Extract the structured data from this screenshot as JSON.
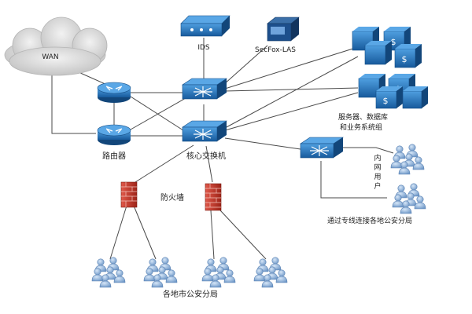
{
  "colors": {
    "line": "#4a4a4a",
    "device_blue": "#1f6fb3",
    "device_dark": "#164e86",
    "cloud": "#d9d9d9",
    "firewall": "#c0392b",
    "users": "#7fa8d6"
  },
  "labels": {
    "wan": "WAN",
    "ids": "IDS",
    "secfox": "SecFox-LAS",
    "router": "路由器",
    "core_switch": "核心交换机",
    "firewall": "防火墙",
    "server_group_line1": "服务器、数据库",
    "server_group_line2": "和业务系统组",
    "intranet_user_1": "内",
    "intranet_user_2": "网",
    "intranet_user_3": "用",
    "intranet_user_4": "户",
    "via_dedicated_line": "通过专线连接各地公安分局",
    "city_bureaus": "各地市公安分局"
  },
  "icons": {
    "cloud": "cloud-icon",
    "router": "router-icon",
    "switch": "switch-icon",
    "server": "server-icon",
    "firewall": "firewall-icon",
    "users": "user-group-icon",
    "ids": "ids-appliance-icon",
    "log_audit": "log-audit-appliance-icon"
  }
}
